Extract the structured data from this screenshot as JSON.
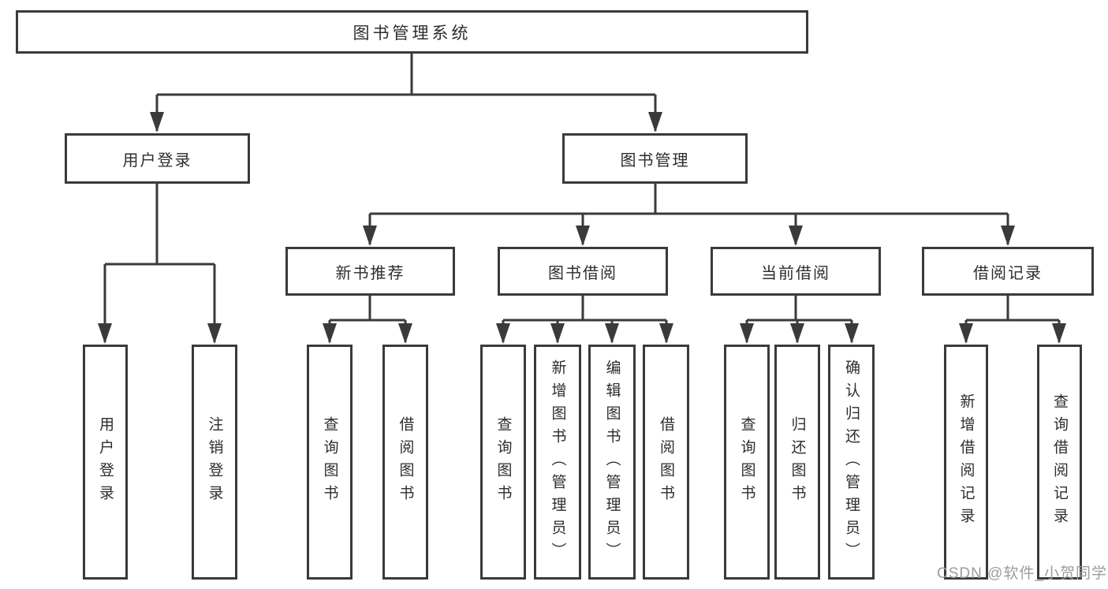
{
  "tree": {
    "root": {
      "label": "图书管理系统",
      "children": [
        {
          "label": "用户登录",
          "children": [
            {
              "label": "用户登录"
            },
            {
              "label": "注销登录"
            }
          ]
        },
        {
          "label": "图书管理",
          "children": [
            {
              "label": "新书推荐",
              "children": [
                {
                  "label": "查询图书"
                },
                {
                  "label": "借阅图书"
                }
              ]
            },
            {
              "label": "图书借阅",
              "children": [
                {
                  "label": "查询图书"
                },
                {
                  "label": "新增图书（管理员）"
                },
                {
                  "label": "编辑图书（管理员）"
                },
                {
                  "label": "借阅图书"
                }
              ]
            },
            {
              "label": "当前借阅",
              "children": [
                {
                  "label": "查询图书"
                },
                {
                  "label": "归还图书"
                },
                {
                  "label": "确认归还（管理员）"
                }
              ]
            },
            {
              "label": "借阅记录",
              "children": [
                {
                  "label": "新增借阅记录"
                },
                {
                  "label": "查询借阅记录"
                }
              ]
            }
          ]
        }
      ]
    }
  },
  "watermark": {
    "text": "CSDN @软件_小贺同学"
  },
  "colors": {
    "line": "#3a3a3a",
    "box_border": "#3a3a3a",
    "text": "#2d2d2d",
    "watermark": "#9c9c9c",
    "background": "#ffffff"
  }
}
